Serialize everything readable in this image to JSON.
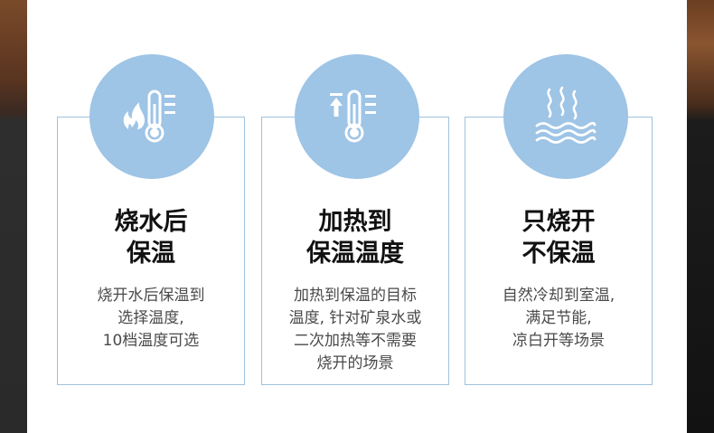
{
  "colors": {
    "accent_circle": "#9ec4e6",
    "card_border": "#9ec3de",
    "title_text": "#111111",
    "desc_text": "#4a4a4a"
  },
  "features": [
    {
      "icon": "flame-thermometer-icon",
      "title_lines": [
        "烧水后",
        "保温"
      ],
      "desc_lines": [
        "烧开水后保温到",
        "选择温度,",
        "10档温度可选"
      ]
    },
    {
      "icon": "heat-up-thermometer-icon",
      "title_lines": [
        "加热到",
        "保温温度"
      ],
      "desc_lines": [
        "加热到保温的目标",
        "温度, 针对矿泉水或",
        "二次加热等不需要",
        "烧开的场景"
      ]
    },
    {
      "icon": "steam-water-icon",
      "title_lines": [
        "只烧开",
        "不保温"
      ],
      "desc_lines": [
        "自然冷却到室温,",
        "满足节能,",
        "凉白开等场景"
      ]
    }
  ]
}
